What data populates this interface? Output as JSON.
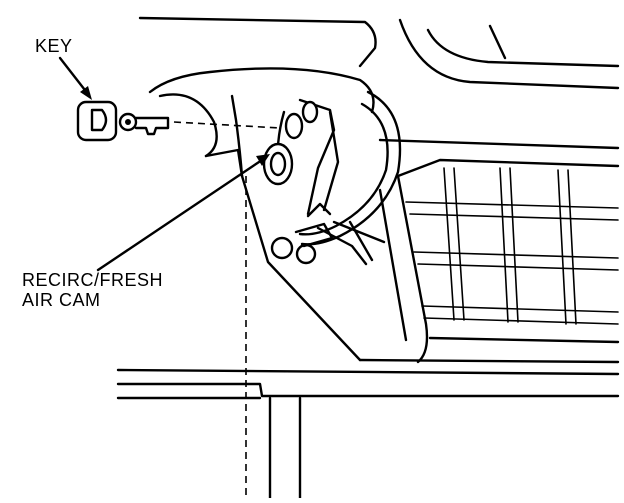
{
  "labels": {
    "key": "KEY",
    "cam_line1": "RECIRC/FRESH",
    "cam_line2": "AIR CAM"
  },
  "colors": {
    "ink": "#000000",
    "paper": "#ffffff"
  }
}
